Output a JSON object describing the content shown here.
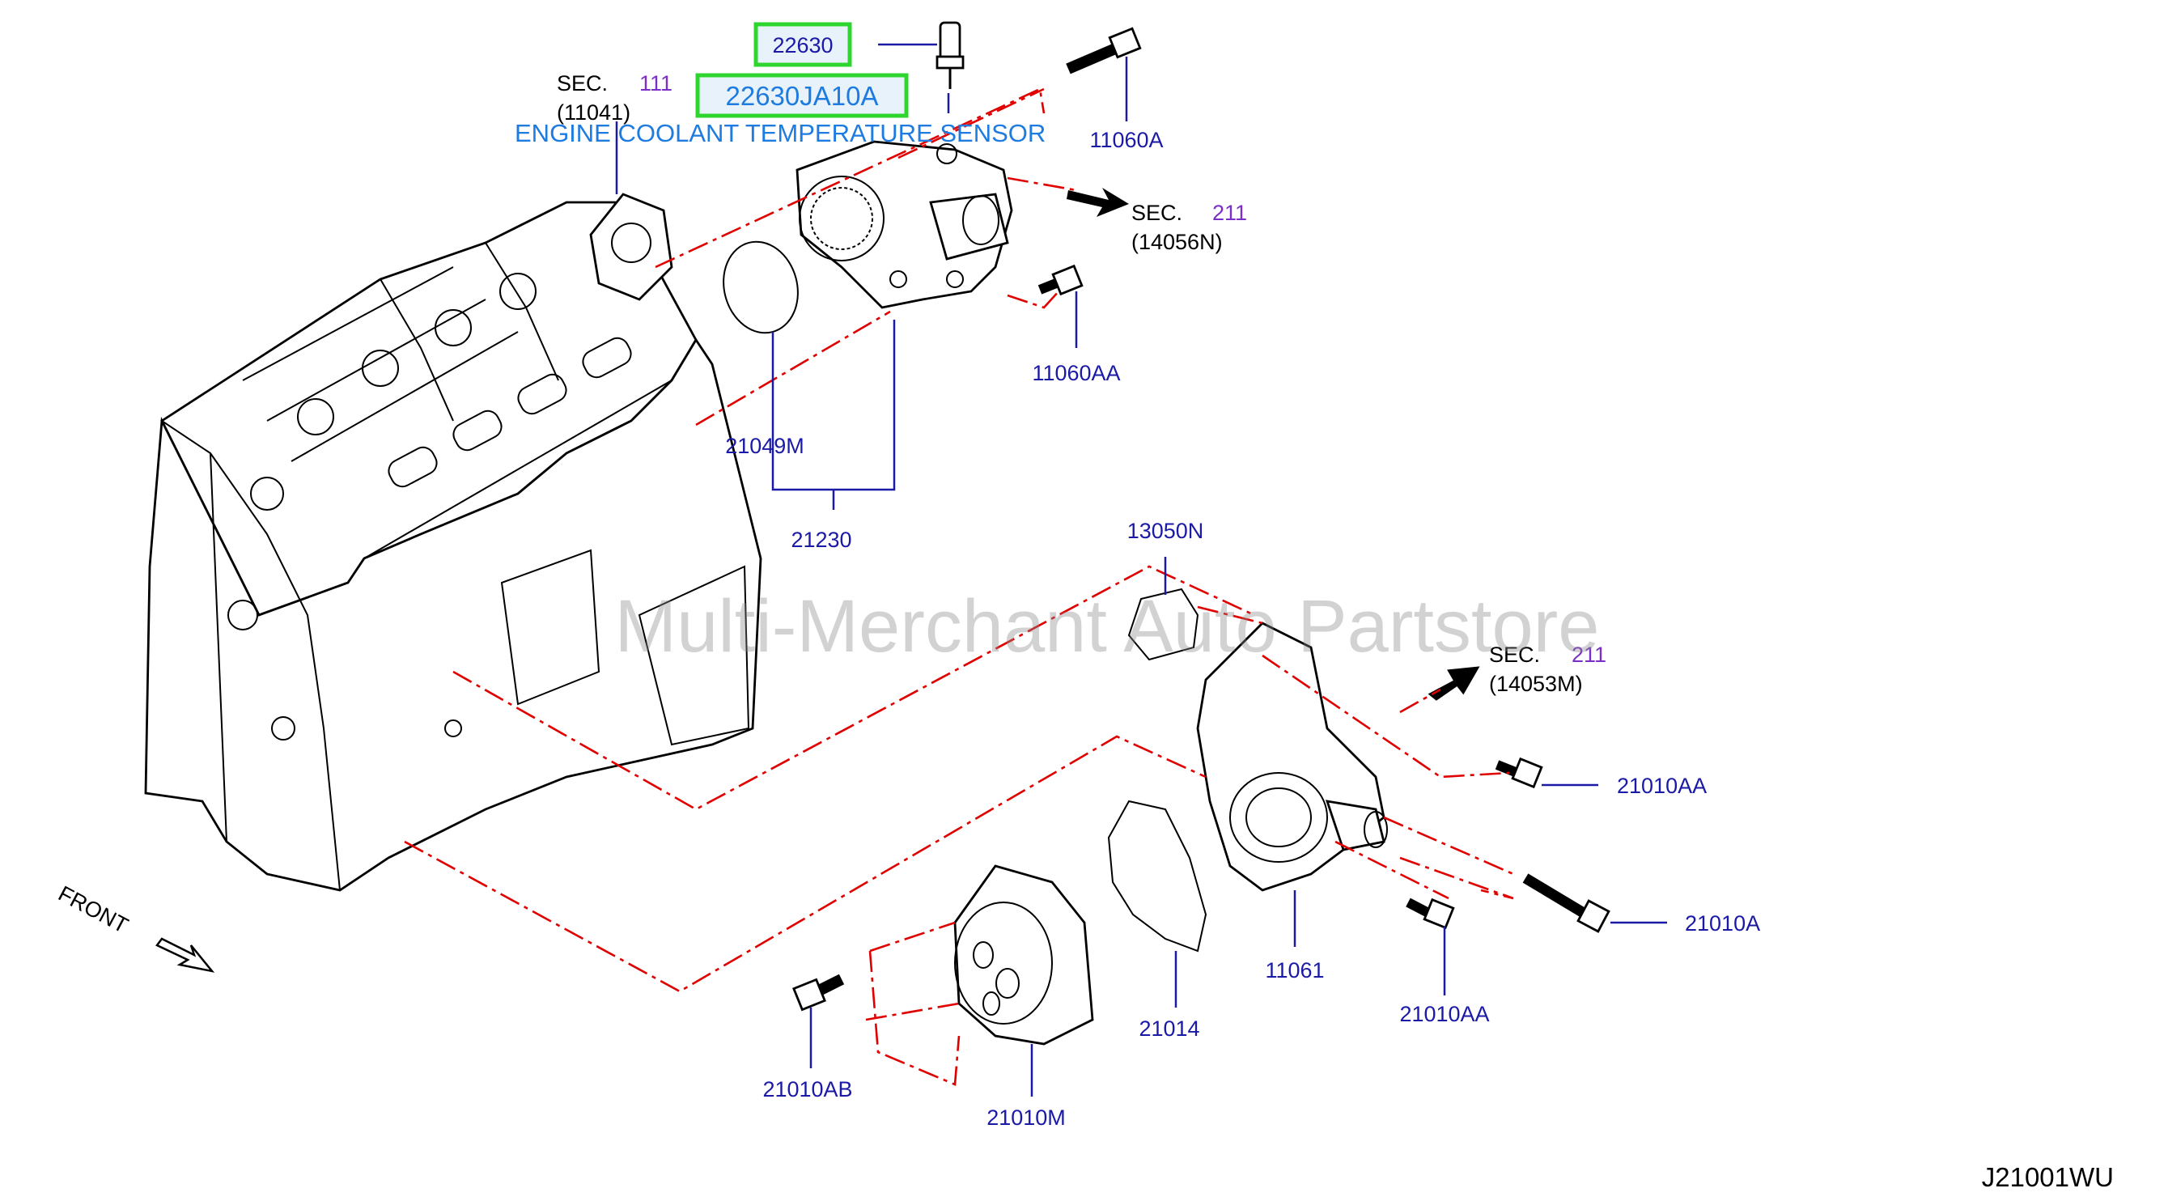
{
  "diagram": {
    "code": "J21001WU",
    "watermark": "Multi-Merchant Auto Partstore",
    "front_label": "FRONT",
    "highlight": {
      "part_no": "22630",
      "oem_no": "22630JA10A",
      "description": "ENGINE COOLANT TEMPERATURE SENSOR",
      "accent_color": "#2fd52f"
    },
    "section_refs": [
      {
        "sec_label": "SEC.",
        "sec_num": "111",
        "sub": "(11041)"
      },
      {
        "sec_label": "SEC.",
        "sec_num": "211",
        "sub": "(14056N)"
      },
      {
        "sec_label": "SEC.",
        "sec_num": "211",
        "sub": "(14053M)"
      }
    ],
    "part_labels": {
      "p11060A": "11060A",
      "p11060AA": "11060AA",
      "p21049M": "21049M",
      "p21230": "21230",
      "p13050N": "13050N",
      "p21010AA_top": "21010AA",
      "p21010A": "21010A",
      "p11061": "11061",
      "p21010AA_bottom": "21010AA",
      "p21014": "21014",
      "p21010AB": "21010AB",
      "p21010M": "21010M"
    },
    "colors": {
      "label": "#1a1aa6",
      "dash": "#e00000",
      "section": "#7a2fc7"
    }
  }
}
